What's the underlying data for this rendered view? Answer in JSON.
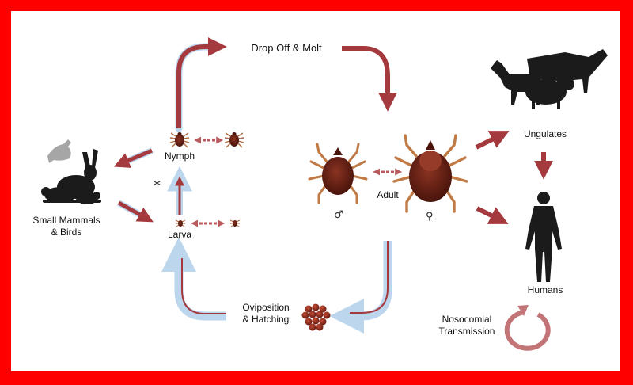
{
  "labels": {
    "drop_off_molt": "Drop Off & Molt",
    "nymph": "Nymph",
    "larva": "Larva",
    "adult": "Adult",
    "small_mammals": [
      "Small Mammals",
      "& Birds"
    ],
    "ungulates": "Ungulates",
    "humans": "Humans",
    "oviposition": [
      "Oviposition",
      "& Hatching"
    ],
    "nosocomial": [
      "Nosocomial",
      "Transmission"
    ],
    "asterisk": "*",
    "male_symbol": "♂",
    "female_symbol": "♀"
  },
  "colors": {
    "frame": "#ff0000",
    "arrow_dark_red": "#a53a3e",
    "arrow_light_blue": "#bcd6ee",
    "tick_body": "#6b1f13",
    "silhouette": "#1b1b1b",
    "bird": "#a6a6a6"
  }
}
